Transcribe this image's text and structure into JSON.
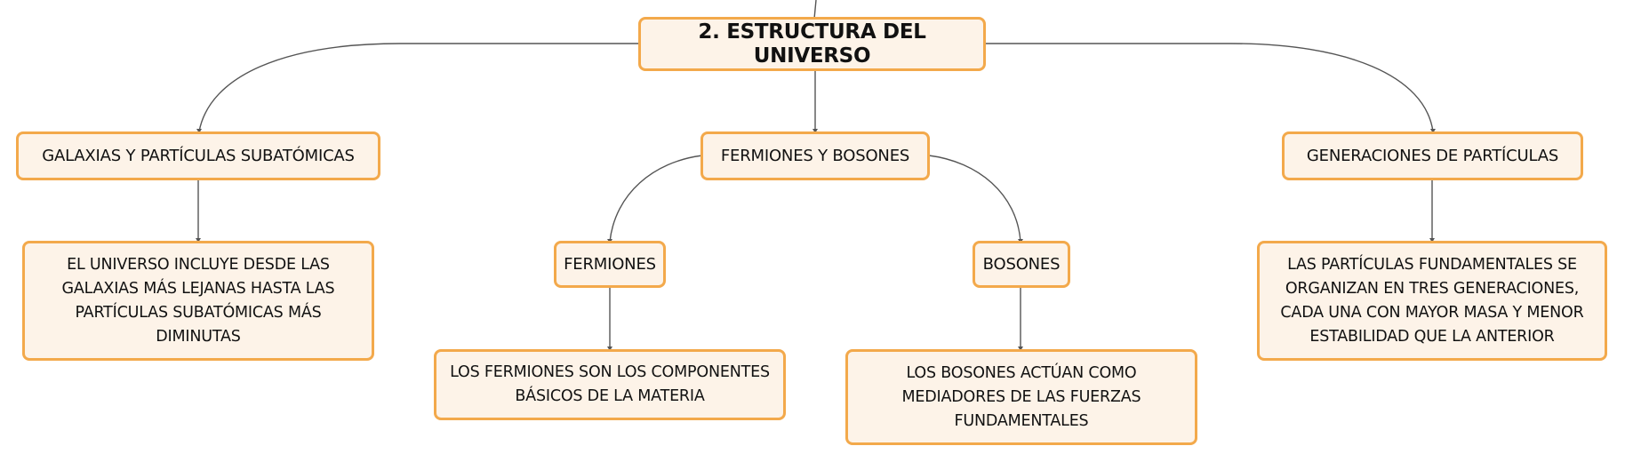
{
  "diagram": {
    "root": {
      "label": "2. ESTRUCTURA DEL UNIVERSO"
    },
    "galaxias": {
      "label": "GALAXIAS Y PARTÍCULAS SUBATÓMICAS",
      "detail": "EL UNIVERSO INCLUYE DESDE LAS GALAXIAS MÁS LEJANAS HASTA LAS PARTÍCULAS SUBATÓMICAS MÁS DIMINUTAS"
    },
    "fermiones_bosones": {
      "label": "FERMIONES Y BOSONES",
      "fermiones": {
        "label": "FERMIONES",
        "detail": "LOS FERMIONES SON LOS COMPONENTES BÁSICOS DE LA MATERIA"
      },
      "bosones": {
        "label": "BOSONES",
        "detail": "LOS BOSONES ACTÚAN COMO MEDIADORES DE LAS FUERZAS FUNDAMENTALES"
      }
    },
    "generaciones": {
      "label": "GENERACIONES DE PARTÍCULAS",
      "detail": "LAS PARTÍCULAS FUNDAMENTALES SE ORGANIZAN EN TRES GENERACIONES, CADA UNA CON MAYOR MASA Y MENOR ESTABILIDAD QUE LA ANTERIOR"
    }
  },
  "colors": {
    "node_border": "#f3a94b",
    "node_fill": "#fdf3e8",
    "connector": "#555555",
    "text": "#111111"
  }
}
